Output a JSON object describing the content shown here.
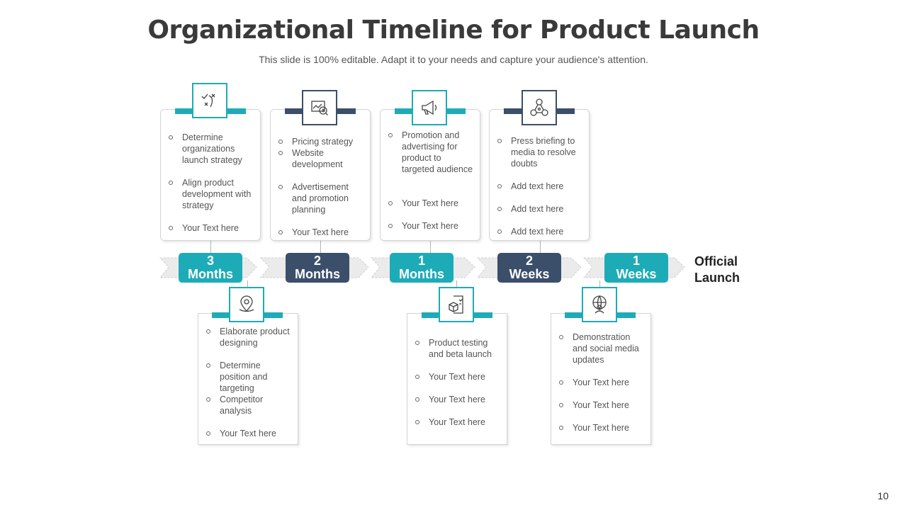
{
  "title": "Organizational Timeline for Product Launch",
  "subtitle": "This slide is 100% editable. Adapt it to your needs and capture your audience's attention.",
  "page_number": "10",
  "end_label": [
    "Official",
    "Launch"
  ],
  "colors": {
    "teal": "#1eabb8",
    "navy": "#3b4f6b",
    "arrow_band": "#e9e9e9"
  },
  "milestones": [
    {
      "number": "3",
      "unit": "Months",
      "color": "teal"
    },
    {
      "number": "2",
      "unit": "Months",
      "color": "navy"
    },
    {
      "number": "1",
      "unit": "Months",
      "color": "teal"
    },
    {
      "number": "2",
      "unit": "Weeks",
      "color": "navy"
    },
    {
      "number": "1",
      "unit": "Weeks",
      "color": "teal"
    }
  ],
  "top_cards": [
    {
      "icon": "strategy-play-icon",
      "items": [
        "Determine organizations launch strategy",
        "Align product development with strategy",
        "Your Text here"
      ]
    },
    {
      "icon": "pricing-analysis-icon",
      "items": [
        "Pricing strategy",
        "Website development",
        "Advertisement and promotion planning",
        "Your Text here"
      ]
    },
    {
      "icon": "megaphone-icon",
      "items": [
        "Promotion and advertising for product to targeted audience",
        "Your Text here",
        "Your Text here"
      ]
    },
    {
      "icon": "people-network-icon",
      "items": [
        "Press briefing to media to resolve doubts",
        "Add text here",
        "Add text here",
        "Add text here"
      ]
    }
  ],
  "bottom_cards": [
    {
      "icon": "location-pin-icon",
      "items": [
        "Elaborate product designing",
        "Determine position and targeting",
        "Competitor analysis",
        "Your Text here"
      ]
    },
    {
      "icon": "product-checklist-icon",
      "items": [
        "Product testing and beta launch",
        "Your Text here",
        "Your Text here",
        "Your Text here"
      ]
    },
    {
      "icon": "global-presentation-icon",
      "items": [
        "Demonstration and social media updates",
        "Your Text here",
        "Your Text here",
        "Your Text here"
      ]
    }
  ]
}
